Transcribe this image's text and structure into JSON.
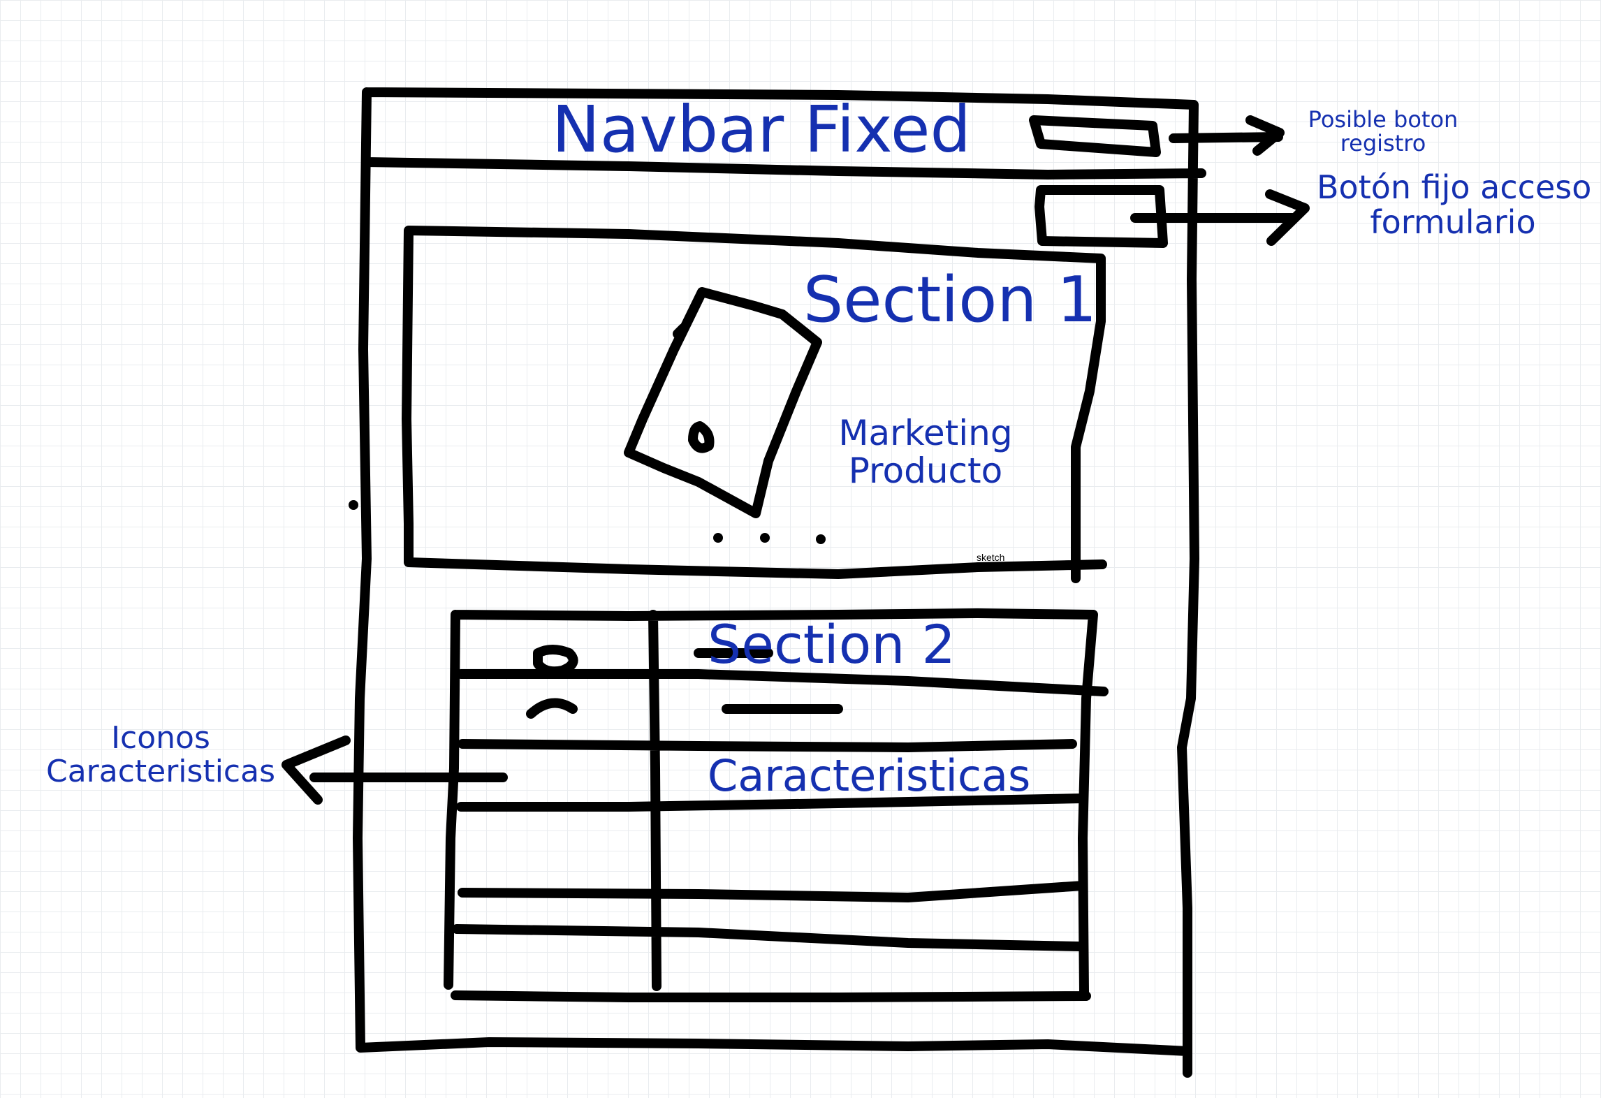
{
  "labels": {
    "navbar": "Navbar Fixed",
    "register_note": [
      "Posible boton",
      "registro"
    ],
    "form_button_note": [
      "Botón fijo acceso",
      "formulario"
    ],
    "section1": "Section 1",
    "marketing": [
      "Marketing",
      "Producto"
    ],
    "section2": "Section 2",
    "features": "Caracteristicas",
    "feature_icons_note": [
      "Iconos",
      "Caracteristicas"
    ],
    "watermark": "sketch"
  },
  "colors": {
    "ink": "#000000",
    "annotation": "#1530b0",
    "grid": "#e9ecef"
  }
}
